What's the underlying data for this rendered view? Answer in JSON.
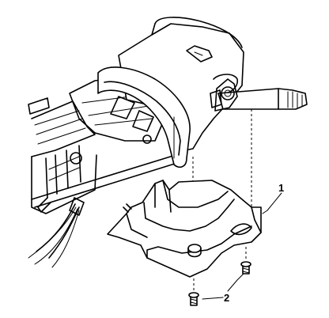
{
  "callouts": [
    {
      "label": "1",
      "refers_to": "steering-column-lower-cover"
    },
    {
      "label": "2",
      "refers_to": "cover-screws"
    }
  ]
}
